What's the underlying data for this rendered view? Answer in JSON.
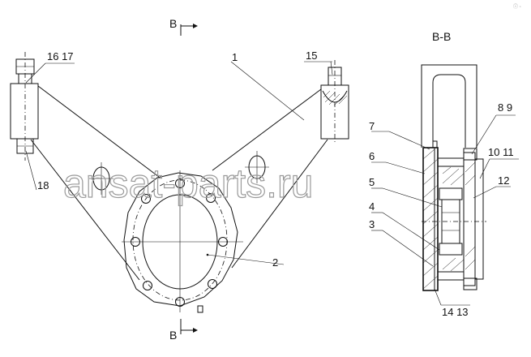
{
  "section_marks": {
    "top": "B",
    "bottom": "B",
    "view_title": "B-B"
  },
  "part_labels": [
    {
      "id": "p1",
      "text": "1"
    },
    {
      "id": "p2",
      "text": "2"
    },
    {
      "id": "p15",
      "text": "15"
    },
    {
      "id": "p16_17",
      "text": "16 17"
    },
    {
      "id": "p18",
      "text": "18"
    },
    {
      "id": "p8_9",
      "text": "8 9"
    },
    {
      "id": "p7",
      "text": "7"
    },
    {
      "id": "p6",
      "text": "6"
    },
    {
      "id": "p10_11",
      "text": "10 11"
    },
    {
      "id": "p12",
      "text": "12"
    },
    {
      "id": "p5",
      "text": "5"
    },
    {
      "id": "p4",
      "text": "4"
    },
    {
      "id": "p3",
      "text": "3"
    },
    {
      "id": "p14_13",
      "text": "14 13"
    }
  ],
  "watermark": "ansat-parts.ru",
  "corner_mark": "ⓘ ◦"
}
